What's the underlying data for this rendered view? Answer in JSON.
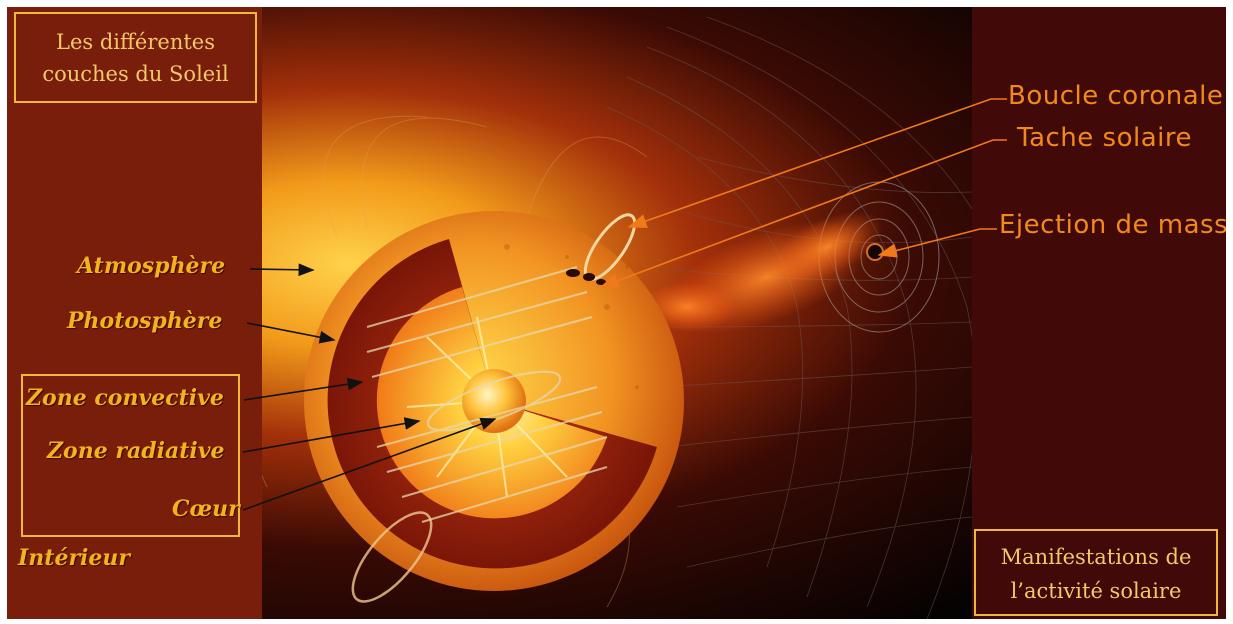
{
  "title": {
    "line1": "Les différentes",
    "line2": "couches du Soleil"
  },
  "layers": {
    "atmosphere": "Atmosphère",
    "photosphere": "Photosphère",
    "convective": "Zone convective",
    "radiative": "Zone radiative",
    "core": "Cœur",
    "interior": "Intérieur"
  },
  "activity": {
    "loop": "Boucle coronale",
    "spot": "Tache solaire",
    "cme": "Ejection de masse",
    "caption_line1": "Manifestations de",
    "caption_line2": "l’activité solaire"
  },
  "colors": {
    "label_gold": "#f3b31d",
    "activity_orange": "#f08a1c",
    "box_border": "#f0b83a"
  }
}
